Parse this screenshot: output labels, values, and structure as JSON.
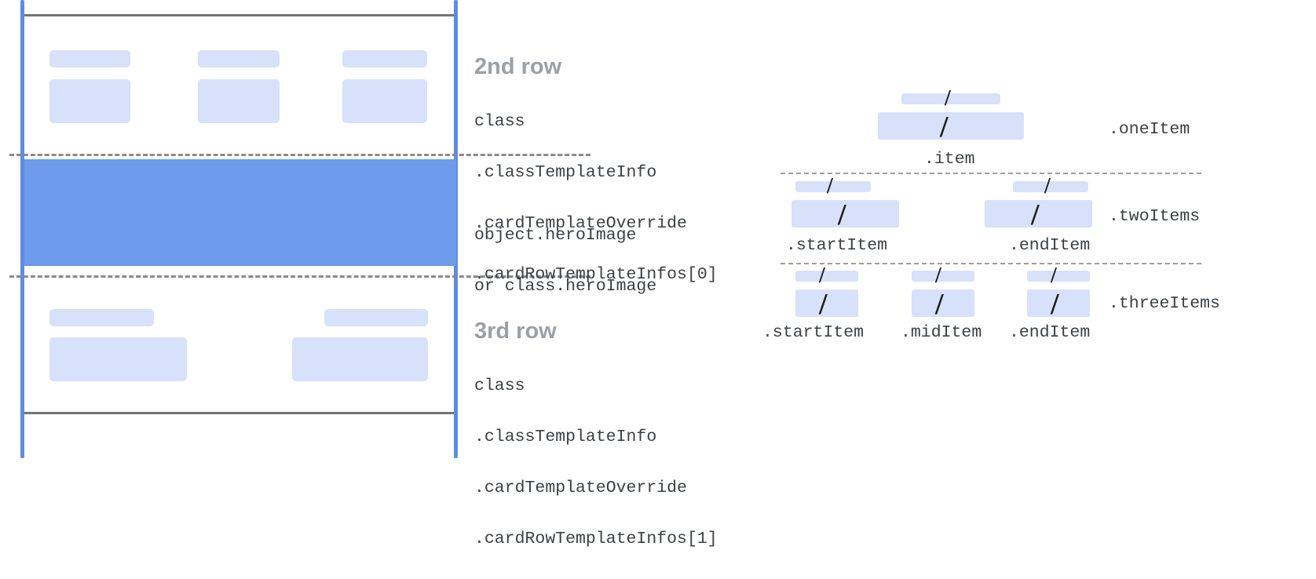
{
  "colors": {
    "placeholder": "#d7e1fa",
    "hero": "#6d9aeb",
    "guide_line": "#5c8de6",
    "frame_line": "#757575",
    "dash_line": "#8a8a8a",
    "title_text": "#9aa0a6",
    "code_text": "#3c4043"
  },
  "left_diagram": {
    "rows": [
      {
        "id": "second-row",
        "title": "2nd row",
        "code_lines": [
          "class",
          ".classTemplateInfo",
          ".cardTemplateOverride",
          ".cardRowTemplateInfos[0]"
        ],
        "cells": 3
      },
      {
        "id": "hero-row",
        "title": "",
        "code_lines": [
          "object.heroImage",
          "or class.heroImage"
        ],
        "cells": 0
      },
      {
        "id": "third-row",
        "title": "3rd row",
        "code_lines": [
          "class",
          ".classTemplateInfo",
          ".cardTemplateOverride",
          ".cardRowTemplateInfos[1]"
        ],
        "cells": 2
      }
    ]
  },
  "right_diagram": {
    "groups": [
      {
        "id": "one-item",
        "label": ".oneItem",
        "slots": [
          {
            "name": ".item",
            "slash": "/"
          }
        ]
      },
      {
        "id": "two-items",
        "label": ".twoItems",
        "slots": [
          {
            "name": ".startItem",
            "slash": "/"
          },
          {
            "name": ".endItem",
            "slash": "/"
          }
        ]
      },
      {
        "id": "three-items",
        "label": ".threeItems",
        "slots": [
          {
            "name": ".startItem",
            "slash": "/"
          },
          {
            "name": ".midItem",
            "slash": "/"
          },
          {
            "name": ".endItem",
            "slash": "/"
          }
        ]
      }
    ]
  }
}
